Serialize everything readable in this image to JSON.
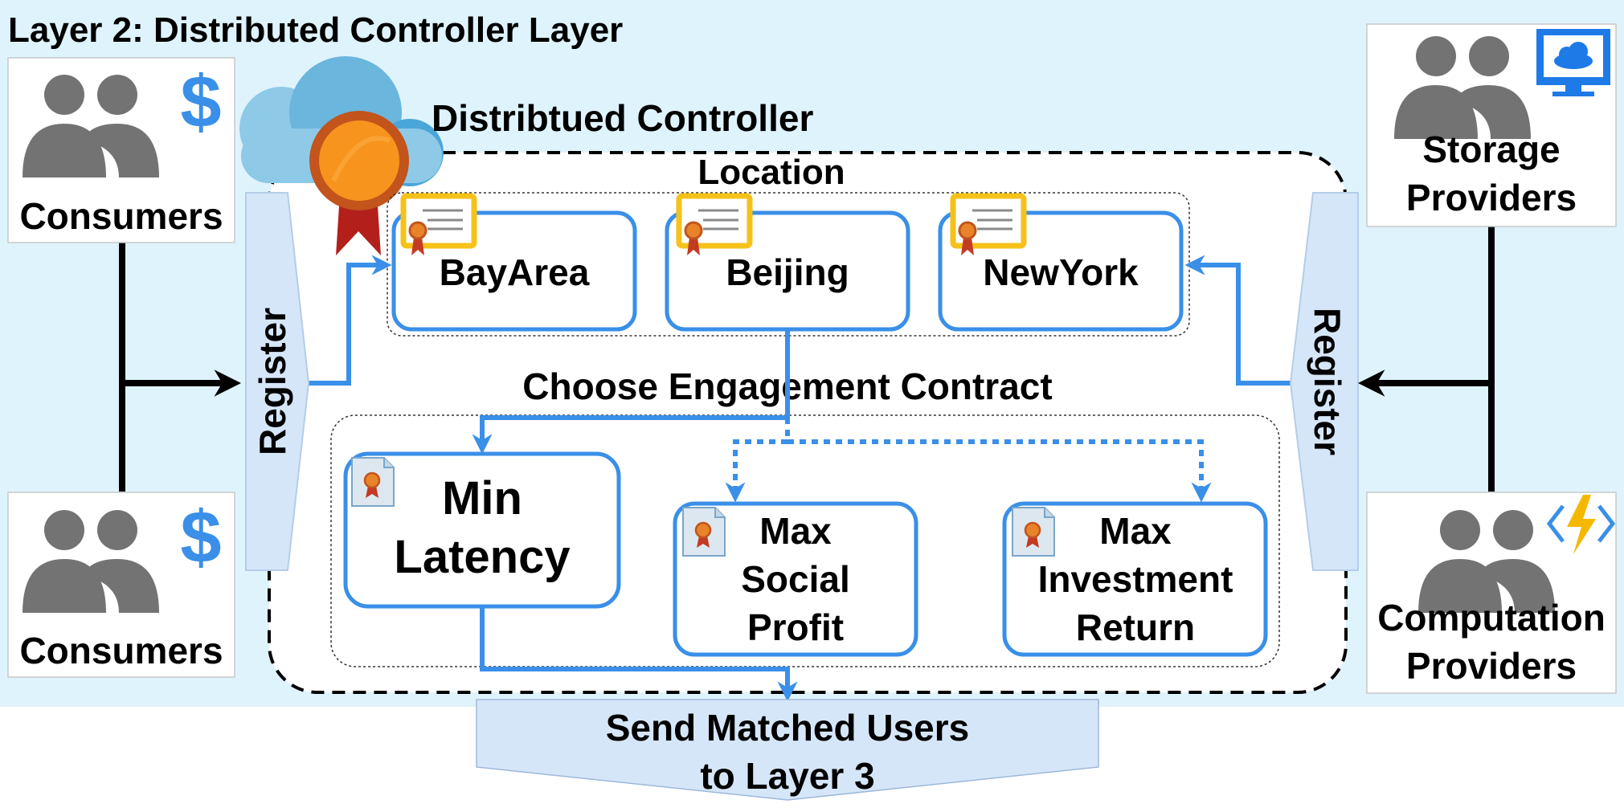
{
  "layer_title": "Layer 2: Distributed Controller Layer",
  "controller_title": "Distribtued Controller",
  "location": {
    "header": "Location",
    "items": [
      "BayArea",
      "Beijing",
      "NewYork"
    ]
  },
  "contract": {
    "header": "Choose Engagement Contract",
    "min_latency": [
      "Min",
      "Latency"
    ],
    "max_social_profit": [
      "Max",
      "Social",
      "Profit"
    ],
    "max_investment_return": [
      "Max",
      "Investment",
      "Return"
    ]
  },
  "register_left": "Register",
  "register_right": "Register",
  "consumers_top": "Consumers",
  "consumers_bottom": "Consumers",
  "storage_providers": [
    "Storage",
    "Providers"
  ],
  "computation_providers": [
    "Computation",
    "Providers"
  ],
  "dollar_sign": "$",
  "output": [
    "Send Matched Users",
    "to Layer 3"
  ],
  "colors": {
    "background": "#dff3fc",
    "blue": "#3a8fe8",
    "register_fill": "#d6e6f9",
    "person_gray": "#737373",
    "certificate_gold": "#f6c21a"
  },
  "icons": [
    "cloud-certificate-icon",
    "certificate-icon",
    "contract-doc-icon",
    "people-icon",
    "dollar-icon",
    "monitor-cloud-icon",
    "lightning-code-icon"
  ]
}
